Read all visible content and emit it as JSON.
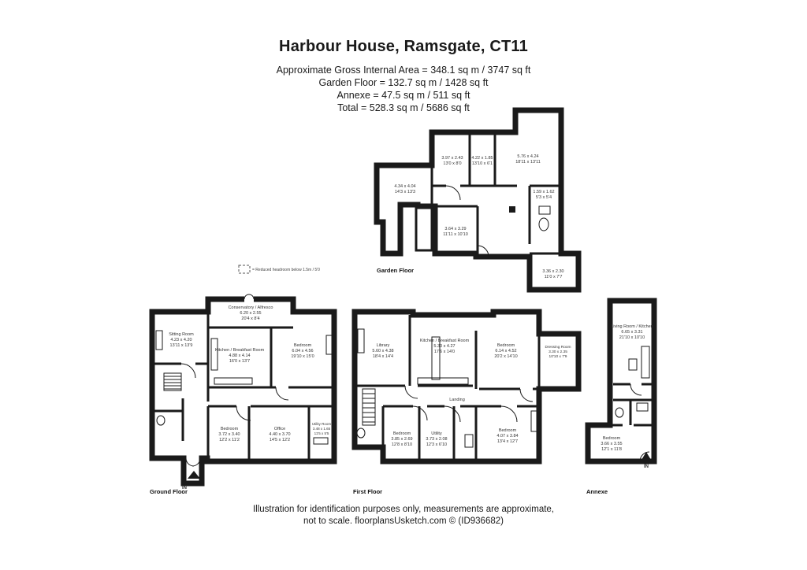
{
  "header": {
    "title": "Harbour House, Ramsgate, CT11",
    "gross_area": "Approximate Gross Internal Area = 348.1 sq m / 3747 sq ft",
    "garden_floor_area": "Garden Floor = 132.7 sq m / 1428 sq ft",
    "annexe_area": "Annexe = 47.5 sq m / 511 sq ft",
    "total_area": "Total = 528.3 sq m / 5686 sq ft"
  },
  "legend": {
    "reduced_headroom": "= Reduced headroom below 1.5m / 5'0"
  },
  "floors": {
    "garden": "Garden Floor",
    "ground": "Ground Floor",
    "first": "First Floor",
    "annexe": "Annexe"
  },
  "rooms": {
    "g1": {
      "dim_m": "3.97 x 2.43",
      "dim_ft": "13'0 x 8'0"
    },
    "g2": {
      "dim_m": "4.22 x 1.85",
      "dim_ft": "13'10 x 6'1"
    },
    "g3": {
      "dim_m": "5.76 x 4.24",
      "dim_ft": "18'11 x 13'11"
    },
    "g4": {
      "dim_m": "4.34 x 4.04",
      "dim_ft": "14'3 x 13'3"
    },
    "g5": {
      "dim_m": "1.59 x 1.62",
      "dim_ft": "5'3 x 5'4"
    },
    "g6": {
      "dim_m": "3.64 x 3.29",
      "dim_ft": "11'11 x 10'10"
    },
    "g7": {
      "dim_m": "3.36 x 2.30",
      "dim_ft": "11'0 x 7'7"
    },
    "conservatory": {
      "name": "Conservatory / Alfresco",
      "dim_m": "6.20 x 2.55",
      "dim_ft": "20'4 x 8'4"
    },
    "sitting": {
      "name": "Sitting Room",
      "dim_m": "4.23 x 4.20",
      "dim_ft": "13'11 x 13'9"
    },
    "kitchen_ground": {
      "name": "Kitchen / Breakfast Room",
      "dim_m": "4.88 x 4.14",
      "dim_ft": "16'0 x 13'7"
    },
    "bedroom_ground_1": {
      "name": "Bedroom",
      "dim_m": "6.04 x 4.56",
      "dim_ft": "19'10 x 15'0"
    },
    "bedroom_ground_2": {
      "name": "Bedroom",
      "dim_m": "3.72 x 3.40",
      "dim_ft": "12'2 x 11'2"
    },
    "office": {
      "name": "Office",
      "dim_m": "4.40 x 3.70",
      "dim_ft": "14'5 x 12'2"
    },
    "utility_ground": {
      "name": "Utility Room",
      "dim_m": "3.48 x 1.65",
      "dim_ft": "11'5 x 5'5"
    },
    "library": {
      "name": "Library",
      "dim_m": "5.60 x 4.38",
      "dim_ft": "18'4 x 14'4"
    },
    "kitchen_first": {
      "name": "Kitchen / Breakfast Room",
      "dim_m": "5.33 x 4.27",
      "dim_ft": "17'6 x 14'0"
    },
    "bedroom_first_1": {
      "name": "Bedroom",
      "dim_m": "6.14 x 4.52",
      "dim_ft": "20'2 x 14'10"
    },
    "dressing": {
      "name": "Dressing Room",
      "dim_m": "3.30 x 2.35",
      "dim_ft": "10'10 x 7'9"
    },
    "landing": {
      "name": "Landing"
    },
    "bedroom_first_2": {
      "name": "Bedroom",
      "dim_m": "3.85 x 2.69",
      "dim_ft": "12'8 x 8'10"
    },
    "utility_first": {
      "name": "Utility",
      "dim_m": "3.73 x 2.08",
      "dim_ft": "12'3 x 6'10"
    },
    "bedroom_first_3": {
      "name": "Bedroom",
      "dim_m": "4.07 x 3.84",
      "dim_ft": "13'4 x 12'7"
    },
    "living_annexe": {
      "name": "Living Room / Kitchen",
      "dim_m": "6.65 x 3.31",
      "dim_ft": "21'10 x 10'10"
    },
    "bedroom_annexe": {
      "name": "Bedroom",
      "dim_m": "3.66 x 3.55",
      "dim_ft": "12'1 x 11'8"
    }
  },
  "entrances": {
    "ground": "IN",
    "annexe": "IN"
  },
  "footer": {
    "line1": "Illustration for identification purposes only, measurements are approximate,",
    "line2": "not to scale. floorplansUsketch.com © (ID936682)"
  }
}
